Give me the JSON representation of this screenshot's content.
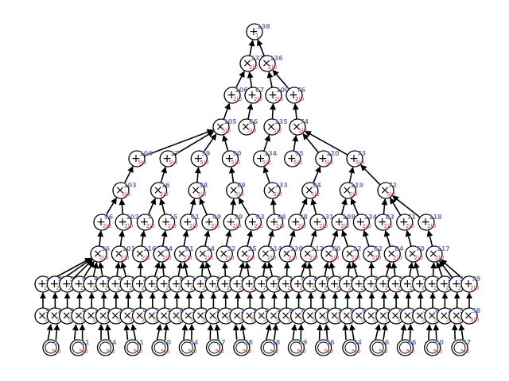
{
  "colors": {
    "node_id": "#7a7ab8",
    "sub_label": "#c84040",
    "edge": "#000000",
    "node_fill": "#ffffff",
    "node_stroke": "#000000"
  },
  "diagram": {
    "levels": [
      {
        "op": "+",
        "sub": "1",
        "nodes": [
          "138"
        ]
      },
      {
        "op": "×",
        "sub": "2|0",
        "nodes": [
          "137",
          "136"
        ]
      },
      {
        "op": "+",
        "sub": "2|0",
        "nodes": [
          "106",
          "67",
          "100",
          "76"
        ]
      },
      {
        "op": "×",
        "sub": "5|0",
        "nodes": [
          "105",
          "66",
          "135",
          "74"
        ]
      },
      {
        "op": "+",
        "sub": "5|0",
        "nodes": [
          "104",
          "17",
          "39",
          "90",
          "134",
          "95",
          "120",
          "73"
        ]
      },
      {
        "op": "×",
        "sub": "5|0",
        "nodes": [
          "103",
          "16",
          "38",
          "89",
          "133",
          "94",
          "119",
          "72"
        ]
      },
      {
        "op": "+",
        "sub": "2|0",
        "nodes": [
          "96",
          "102",
          "7",
          "15",
          "61",
          "49",
          "39",
          "93",
          "98",
          "78",
          "131",
          "108",
          "124",
          "83",
          "71",
          "118"
        ]
      },
      {
        "op": "×",
        "sub": "2|0",
        "nodes": [
          "36",
          "101",
          "116",
          "24",
          "81",
          "14",
          "32",
          "25",
          "114",
          "130",
          "112",
          "60",
          "22",
          "62",
          "84",
          "70",
          "117"
        ]
      },
      {
        "op": "+",
        "sub": "2|0",
        "nodes": [
          "111",
          "97",
          "58",
          "85",
          "47",
          "99",
          "44",
          "33",
          "21",
          "13",
          "110",
          "82",
          "107",
          "91",
          "30",
          "113",
          "109",
          "92",
          "27",
          "40",
          "11",
          "69",
          "88",
          "68",
          "51",
          "29",
          "123",
          "48",
          "115",
          "57",
          "12",
          "43",
          "19",
          "54",
          "59",
          "79"
        ]
      },
      {
        "op": "×",
        "sub": "5|0",
        "nodes": [
          "90",
          "20",
          "9",
          "4",
          "10",
          "2",
          "23",
          "41",
          "46",
          "50",
          "42",
          "87",
          "35",
          "18",
          "26",
          "53",
          "56",
          "3",
          "44",
          "45",
          "8",
          "64",
          "52",
          "28",
          "34",
          "63",
          "65",
          "31",
          "37",
          "6",
          "1",
          "5",
          "80",
          "75",
          "55",
          "58"
        ]
      },
      {
        "op": "○",
        "sub": "5|0",
        "nodes": [
          "0",
          "21",
          "34",
          "11",
          "30",
          "64",
          "27",
          "28",
          "28",
          "99",
          "46",
          "34",
          "26",
          "96",
          "60",
          "37"
        ]
      }
    ]
  }
}
